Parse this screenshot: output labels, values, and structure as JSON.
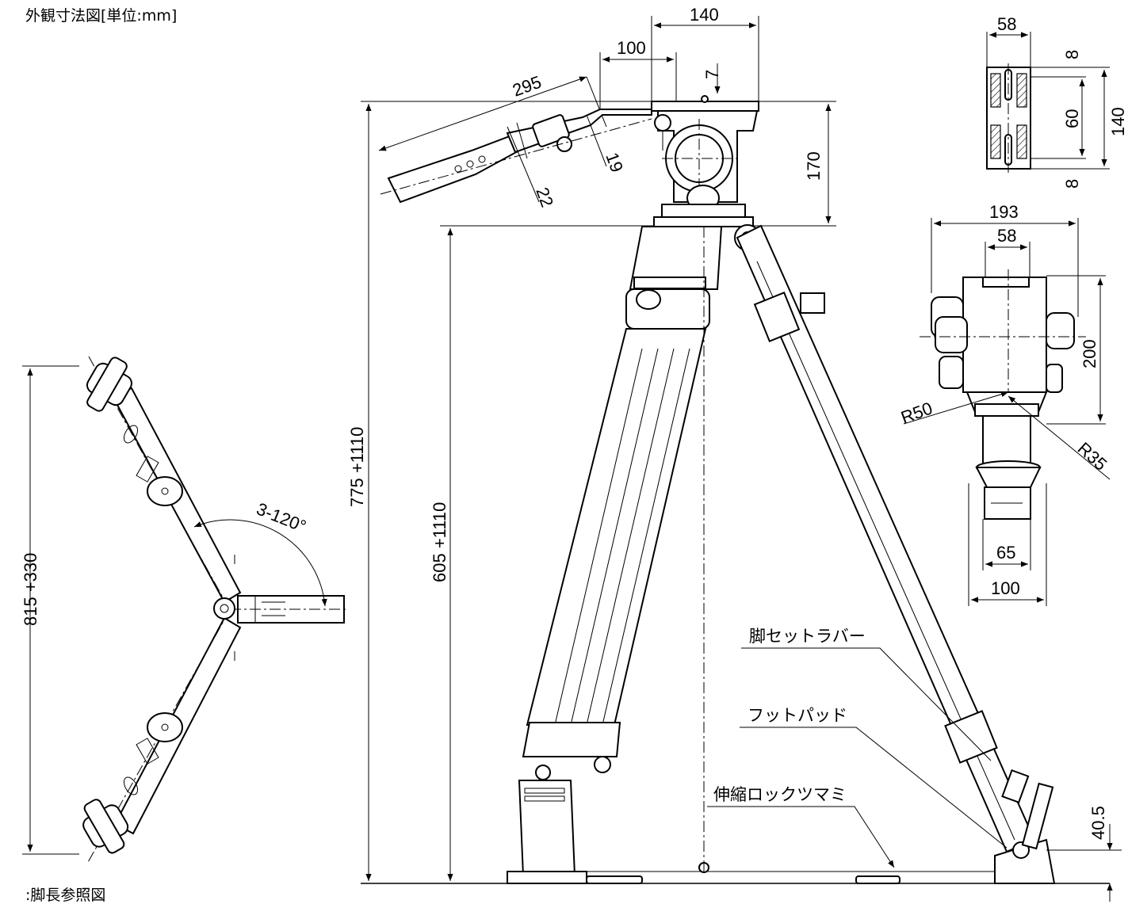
{
  "header": {
    "title": "外観寸法図[単位:mm]"
  },
  "footer": {
    "note": ":脚長参照図"
  },
  "labels": {
    "leg_rubber": "脚セットラバー",
    "foot_pad": "フットパッド",
    "lock_knob": "伸縮ロックツマミ"
  },
  "dimensions": {
    "head_width": "140",
    "arm_offset": "100",
    "handle_length": "295",
    "plate_height": "7",
    "handle_dia_19": "19",
    "handle_dia_22": "22",
    "head_height": "170",
    "total_height": "775  +1110",
    "leg_height": "605    +1110",
    "foot_height": "40.5",
    "plate_width": "58",
    "plate_length": "140",
    "plate_gap": "60",
    "plate_edge_top": "8",
    "plate_edge_bottom": "8",
    "base_width": "193",
    "base_inner": "58",
    "base_height": "200",
    "radius_50": "R50",
    "radius_35": "R35",
    "bowl_65": "65",
    "bowl_100": "100",
    "spread_height": "815  +330",
    "leg_angle": "3-120°"
  }
}
